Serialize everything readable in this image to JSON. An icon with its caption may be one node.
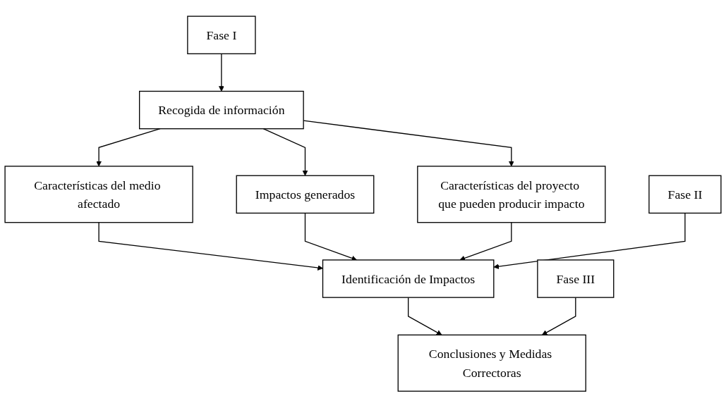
{
  "diagram": {
    "nodes": [
      {
        "text": [
          "Fase I"
        ]
      },
      {
        "text": [
          "Recogida de información"
        ]
      },
      {
        "text": [
          "Características del medio afectado"
        ]
      },
      {
        "text": [
          "Impactos generados"
        ]
      },
      {
        "text": [
          "Características del proyecto que pueden producir impacto"
        ]
      },
      {
        "text": [
          "Fase II"
        ]
      },
      {
        "text": [
          "Identificación de Impactos"
        ]
      },
      {
        "text": [
          "Fase III"
        ]
      },
      {
        "text": [
          "Conclusiones y Medidas Correctoras"
        ]
      }
    ],
    "edges": [
      {
        "from": 0,
        "to": 1,
        "arrow": "to"
      },
      {
        "from": 1,
        "to": 2,
        "arrow": "to"
      },
      {
        "from": 1,
        "to": 3,
        "arrow": "to"
      },
      {
        "from": 1,
        "to": 4,
        "arrow": "to"
      },
      {
        "from": 2,
        "to": 6,
        "arrow": "to"
      },
      {
        "from": 3,
        "to": 6,
        "arrow": "to"
      },
      {
        "from": 4,
        "to": 6,
        "arrow": "to"
      },
      {
        "from": 5,
        "to": 6,
        "arrow": "to"
      },
      {
        "from": 6,
        "to": 8,
        "arrow": "to"
      },
      {
        "from": 7,
        "to": 8,
        "arrow": "to"
      }
    ]
  }
}
